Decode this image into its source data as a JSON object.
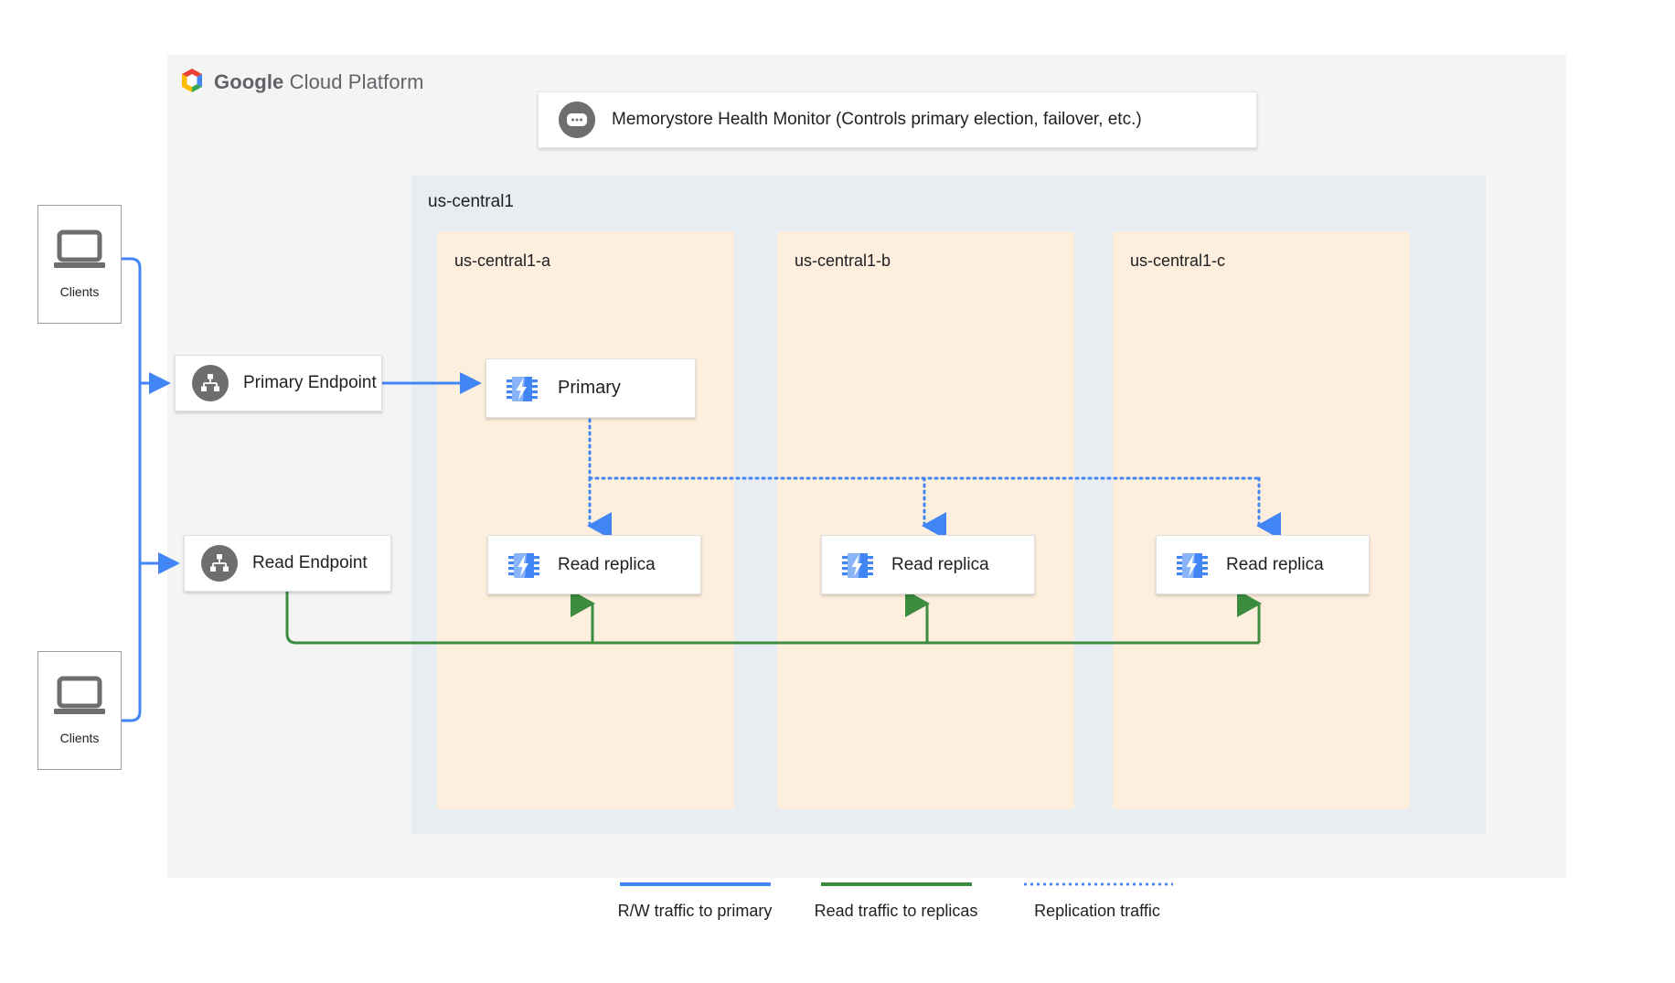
{
  "platform": {
    "brand_bold": "Google",
    "brand_light": "Cloud Platform",
    "logo_icon": "google-cloud-hexagon-icon"
  },
  "health_monitor": {
    "label": "Memorystore Health Monitor (Controls primary election, failover, etc.)",
    "icon": "health-monitor-chip-icon"
  },
  "region": {
    "label": "us-central1",
    "zones": [
      {
        "label": "us-central1-a",
        "node": {
          "label": "Primary",
          "icon": "memorystore-chip-icon"
        },
        "replica": {
          "label": "Read replica",
          "icon": "memorystore-chip-icon"
        }
      },
      {
        "label": "us-central1-b",
        "replica": {
          "label": "Read replica",
          "icon": "memorystore-chip-icon"
        }
      },
      {
        "label": "us-central1-c",
        "replica": {
          "label": "Read replica",
          "icon": "memorystore-chip-icon"
        }
      }
    ]
  },
  "endpoints": [
    {
      "label": "Primary Endpoint",
      "icon": "hierarchy-endpoint-icon"
    },
    {
      "label": "Read Endpoint",
      "icon": "hierarchy-endpoint-icon"
    }
  ],
  "clients": [
    {
      "label": "Clients",
      "icon": "laptop-icon"
    },
    {
      "label": "Clients",
      "icon": "laptop-icon"
    }
  ],
  "legend": [
    {
      "label": "R/W traffic to primary",
      "style": "solid",
      "color": "#4285f4"
    },
    {
      "label": "Read traffic to replicas",
      "style": "solid",
      "color": "#3c8c40"
    },
    {
      "label": "Replication traffic",
      "style": "dotted",
      "color": "#4285f4"
    }
  ],
  "colors": {
    "panel_bg": "#f4f4f4",
    "region_bg": "#e8edf2",
    "zone_bg": "#fdeedd",
    "rw_traffic": "#4285f4",
    "read_traffic": "#3c8c40",
    "replication": "#4285f4",
    "icon_gray": "#6e6e6e"
  }
}
